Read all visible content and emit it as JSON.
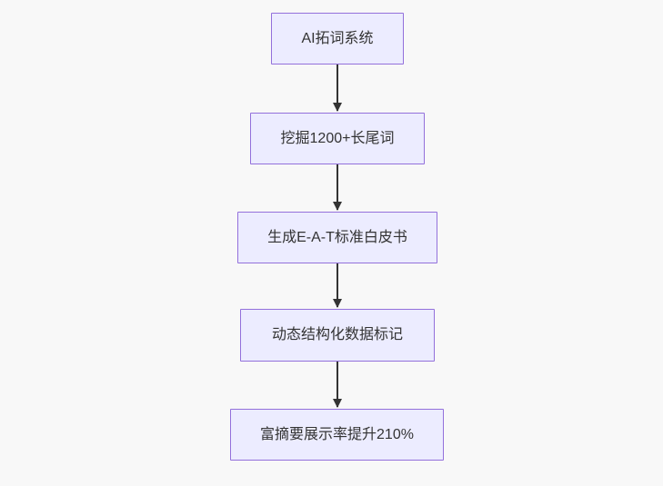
{
  "diagram": {
    "type": "flowchart-top-down",
    "background_color": "#f8f8f8",
    "node_fill_color": "#ececff",
    "node_border_color": "#9370db",
    "node_text_color": "#333333",
    "arrow_color": "#333333",
    "nodes": [
      {
        "label": "AI拓词系统"
      },
      {
        "label": "挖掘1200+长尾词"
      },
      {
        "label": "生成E-A-T标准白皮书"
      },
      {
        "label": "动态结构化数据标记"
      },
      {
        "label": "富摘要展示率提升210%"
      }
    ],
    "edges": [
      {
        "from": "AI拓词系统",
        "to": "挖掘1200+长尾词"
      },
      {
        "from": "挖掘1200+长尾词",
        "to": "生成E-A-T标准白皮书"
      },
      {
        "from": "生成E-A-T标准白皮书",
        "to": "动态结构化数据标记"
      },
      {
        "from": "动态结构化数据标记",
        "to": "富摘要展示率提升210%"
      }
    ]
  }
}
